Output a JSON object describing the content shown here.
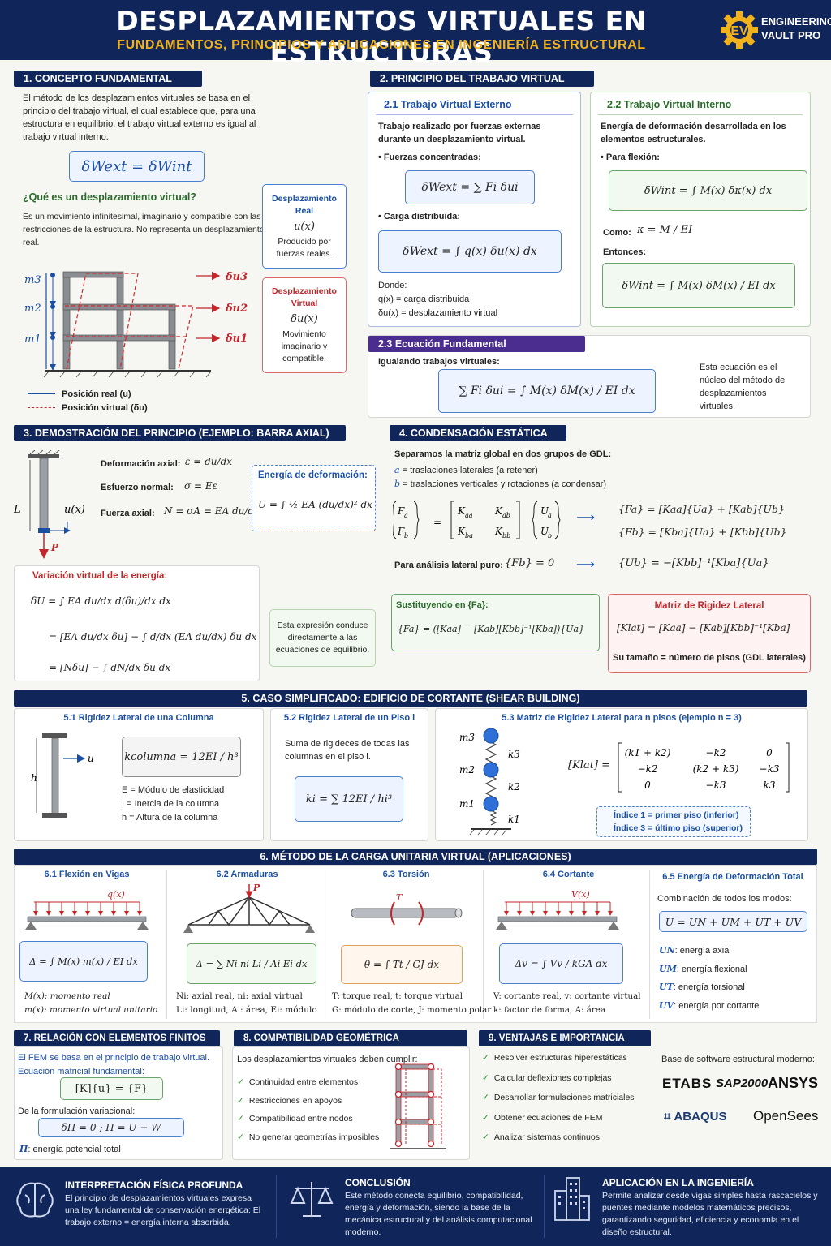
{
  "header": {
    "title": "DESPLAZAMIENTOS VIRTUALES EN ESTRUCTURAS",
    "subtitle": "FUNDAMENTOS, PRINCIPIOS Y APLICACIONES EN INGENIERÍA ESTRUCTURAL",
    "logo_line1": "ENGINEERING",
    "logo_line2": "VAULT PRO"
  },
  "s1": {
    "title": "1. CONCEPTO FUNDAMENTAL",
    "intro": "El método de los desplazamientos virtuales se basa en el principio del trabajo virtual, el cual establece que, para una estructura en equilibrio, el trabajo virtual externo es igual al trabajo virtual interno.",
    "eq": "δWext = δWint",
    "q": "¿Qué es un desplazamiento virtual?",
    "def": "Es un movimiento infinitesimal, imaginario y compatible con las restricciones de la estructura. No representa un desplazamiento real.",
    "real_title": "Desplazamiento Real",
    "real_sym": "u(x)",
    "real_desc": "Producido por fuerzas reales.",
    "virt_title": "Desplazamiento Virtual",
    "virt_sym": "δu(x)",
    "virt_desc": "Movimiento imaginario y compatible.",
    "m3": "m3",
    "m2": "m2",
    "m1": "m1",
    "du3": "δu3",
    "du2": "δu2",
    "du1": "δu1",
    "leg_real": "Posición real (u)",
    "leg_virt": "Posición virtual (δu)"
  },
  "s2": {
    "title": "2. PRINCIPIO DEL TRABAJO VIRTUAL",
    "ext_title": "2.1 Trabajo Virtual Externo",
    "ext_desc": "Trabajo realizado por fuerzas externas durante un desplazamiento virtual.",
    "ext_b1": "• Fuerzas concentradas:",
    "ext_eq1": "δWext = ∑ Fi δui",
    "ext_b2": "• Carga distribuida:",
    "ext_eq2": "δWext = ∫ q(x) δu(x) dx",
    "donde": "Donde:",
    "d1": "q(x) = carga distribuida",
    "d2": "δu(x) = desplazamiento virtual",
    "int_title": "2.2 Trabajo Virtual Interno",
    "int_desc": "Energía de deformación desarrollada en los elementos estructurales.",
    "int_b1": "• Para flexión:",
    "int_eq1": "δWint = ∫ M(x) δκ(x) dx",
    "como": "Como:",
    "kappa": "κ = M / EI",
    "entonces": "Entonces:",
    "int_eq2": "δWint = ∫ M(x) δM(x) / EI dx",
    "fund_title": "2.3 Ecuación Fundamental",
    "fund_lead": "Igualando trabajos virtuales:",
    "fund_eq": "∑ Fi δui = ∫ M(x) δM(x) / EI dx",
    "fund_note": "Esta ecuación es el núcleo del método de desplazamientos virtuales."
  },
  "s3": {
    "title": "3. DEMOSTRACIÓN DEL PRINCIPIO (EJEMPLO: BARRA AXIAL)",
    "L": "L",
    "ux": "u(x)",
    "P": "P",
    "l1": "Deformación axial:",
    "f1": "ε = du/dx",
    "l2": "Esfuerzo normal:",
    "f2": "σ = Eε",
    "l3": "Fuerza axial:",
    "f3": "N = σA = EA du/dx",
    "en_title": "Energía de deformación:",
    "en_eq": "U = ∫ ½ EA (du/dx)² dx",
    "var_title": "Variación virtual de la energía:",
    "v1": "δU = ∫ EA du/dx d(δu)/dx dx",
    "v2": "= [EA du/dx δu] − ∫ d/dx (EA du/dx) δu dx",
    "v3": "= [Nδu] − ∫ dN/dx δu dx",
    "note": "Esta expresión conduce directamente a las ecuaciones de equilibrio."
  },
  "s4": {
    "title": "4. CONDENSACIÓN ESTÁTICA",
    "lead": "Separamos la matriz global en dos grupos de GDL:",
    "a": "a",
    "a_txt": " = traslaciones laterales (a retener)",
    "b": "b",
    "b_txt": " = traslaciones verticales y rotaciones (a condensar)",
    "eq1": "{Fa} = [Kaa]{Ua} + [Kab]{Ub}",
    "eq2": "{Fb} = [Kba]{Ua} + [Kbb]{Ub}",
    "pure_lbl": "Para análisis lateral puro:",
    "pure_eq": "{Fb} = 0",
    "ub_eq": "{Ub} = −[Kbb]⁻¹[Kba]{Ua}",
    "sub_title": "Sustituyendo en {Fa}:",
    "sub_eq": "{Fa} = ([Kaa] − [Kab][Kbb]⁻¹[Kba]){Ua}",
    "klat_title": "Matriz de Rigidez Lateral",
    "klat_eq": "[Klat] = [Kaa] − [Kab][Kbb]⁻¹[Kba]",
    "klat_note": "Su tamaño = número de pisos (GDL laterales)"
  },
  "s5": {
    "title": "5. CASO SIMPLIFICADO: EDIFICIO DE CORTANTE (SHEAR BUILDING)",
    "c1": "5.1 Rigidez Lateral de una Columna",
    "kcol": "kcolumna = 12EI / h³",
    "e": "E = Módulo de elasticidad",
    "i": "I = Inercia de la columna",
    "h": "h = Altura de la columna",
    "u": "u",
    "hh": "h",
    "c2": "5.2 Rigidez Lateral de un Piso i",
    "c2_txt": "Suma de rigideces de todas las columnas en el piso i.",
    "ki": "ki = ∑ 12EI / hi³",
    "c3": "5.3 Matriz de Rigidez Lateral para n pisos (ejemplo n = 3)",
    "klat": "[Klat] =",
    "m3": "m3",
    "m2": "m2",
    "m1": "m1",
    "k3": "k3",
    "k2": "k2",
    "k1": "k1",
    "row1": [
      "(k1 + k2)",
      "−k2",
      "0"
    ],
    "row2": [
      "−k2",
      "(k2 + k3)",
      "−k3"
    ],
    "row3": [
      "0",
      "−k3",
      "k3"
    ],
    "idx1": "Índice 1 = primer piso (inferior)",
    "idx3": "Índice 3 = último piso (superior)"
  },
  "s6": {
    "title": "6. MÉTODO DE LA CARGA UNITARIA VIRTUAL (APLICACIONES)",
    "a1": "6.1 Flexión en Vigas",
    "a1_load": "q(x)",
    "a1_eq": "Δ = ∫ M(x) m(x) / EI dx",
    "a1_d1": "M(x): momento real",
    "a1_d2": "m(x): momento virtual unitario",
    "a2": "6.2 Armaduras",
    "a2_load": "P",
    "a2_eq": "Δ = ∑ Ni ni Li / Ai Ei dx",
    "a2_d1": "Ni: axial real, ni: axial virtual",
    "a2_d2": "Li: longitud, Ai: área, Ei: módulo",
    "a3": "6.3 Torsión",
    "a3_load": "T",
    "a3_eq": "θ = ∫ Tt / GJ dx",
    "a3_d1": "T: torque real, t: torque virtual",
    "a3_d2": "G: módulo de corte, J: momento polar",
    "a4": "6.4 Cortante",
    "a4_load": "V(x)",
    "a4_eq": "Δv = ∫ Vv / kGA dx",
    "a4_d1": "V: cortante real, v: cortante virtual",
    "a4_d2": "k: factor de forma, A: área",
    "a5": "6.5 Energía de Deformación Total",
    "a5_lead": "Combinación de todos los modos:",
    "a5_eq": "U = UN + UM + UT + UV",
    "un": "UN",
    "un_t": ": energía axial",
    "um": "UM",
    "um_t": ": energía flexional",
    "ut": "UT",
    "ut_t": ": energía torsional",
    "uv": "UV",
    "uv_t": ": energía por cortante"
  },
  "s7": {
    "title": "7. RELACIÓN CON ELEMENTOS FINITOS",
    "l1": "El FEM se basa en el principio de trabajo virtual.",
    "l2": "Ecuación matricial fundamental:",
    "eq1": "[K]{u} = {F}",
    "l3": "De la formulación variacional:",
    "eq2": "δΠ = 0   ;   Π = U − W",
    "pi": "Π",
    "pi_t": ": energía potencial total"
  },
  "s8": {
    "title": "8. COMPATIBILIDAD GEOMÉTRICA",
    "lead": "Los desplazamientos virtuales deben cumplir:",
    "items": [
      "Continuidad entre elementos",
      "Restricciones en apoyos",
      "Compatibilidad entre nodos",
      "No generar geometrías imposibles"
    ]
  },
  "s9": {
    "title": "9. VENTAJAS E IMPORTANCIA",
    "items": [
      "Resolver estructuras hiperestáticas",
      "Calcular deflexiones complejas",
      "Desarrollar formulaciones matriciales",
      "Obtener ecuaciones de FEM",
      "Analizar sistemas continuos"
    ],
    "sw_title": "Base de software estructural moderno:",
    "sw": [
      "ETABS",
      "SAP2000",
      "ANSYS",
      "ABAQUS",
      "OpenSees"
    ]
  },
  "footer": {
    "t1": "INTERPRETACIÓN FÍSICA PROFUNDA",
    "d1": "El principio de desplazamientos virtuales expresa una ley fundamental de conservación energética: El trabajo externo = energía interna absorbida.",
    "t2": "CONCLUSIÓN",
    "d2": "Este método conecta equilibrio, compatibilidad, energía y deformación, siendo la base de la mecánica estructural y del análisis computacional moderno.",
    "t3": "APLICACIÓN EN LA INGENIERÍA",
    "d3": "Permite analizar desde vigas simples hasta rascacielos y puentes mediante modelos matemáticos precisos, garantizando seguridad, eficiencia y economía en el diseño estructural."
  },
  "colors": {
    "navy": "#10265b",
    "gold": "#f2b21c",
    "blue": "#1b4fa5",
    "red": "#c2262b",
    "green": "#2a6a2a"
  }
}
